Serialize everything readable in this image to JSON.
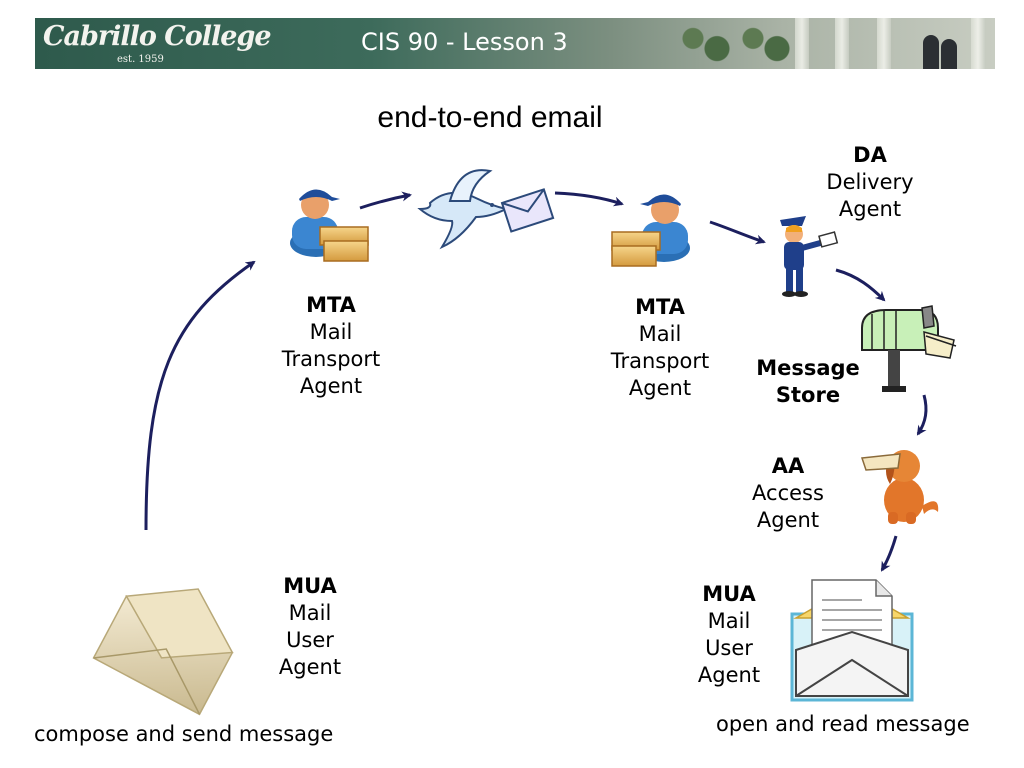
{
  "header": {
    "logo_text": "Cabrillo College",
    "logo_subtext": "est. 1959",
    "title": "CIS 90 - Lesson 3"
  },
  "slide": {
    "title": "end-to-end email"
  },
  "agents": {
    "mta1": {
      "abbr": "MTA",
      "line1": "Mail",
      "line2": "Transport",
      "line3": "Agent"
    },
    "mta2": {
      "abbr": "MTA",
      "line1": "Mail",
      "line2": "Transport",
      "line3": "Agent"
    },
    "da": {
      "abbr": "DA",
      "line1": "Delivery",
      "line2": "Agent"
    },
    "message_store": {
      "line1": "Message",
      "line2": "Store"
    },
    "aa": {
      "abbr": "AA",
      "line1": "Access",
      "line2": "Agent"
    },
    "mua1": {
      "abbr": "MUA",
      "line1": "Mail",
      "line2": "User",
      "line3": "Agent"
    },
    "mua2": {
      "abbr": "MUA",
      "line1": "Mail",
      "line2": "User",
      "line3": "Agent"
    }
  },
  "captions": {
    "compose": "compose and send message",
    "read": "open and read message"
  },
  "colors": {
    "arrow": "#1c1f5e",
    "banner_dark": "#2e5a4c"
  }
}
